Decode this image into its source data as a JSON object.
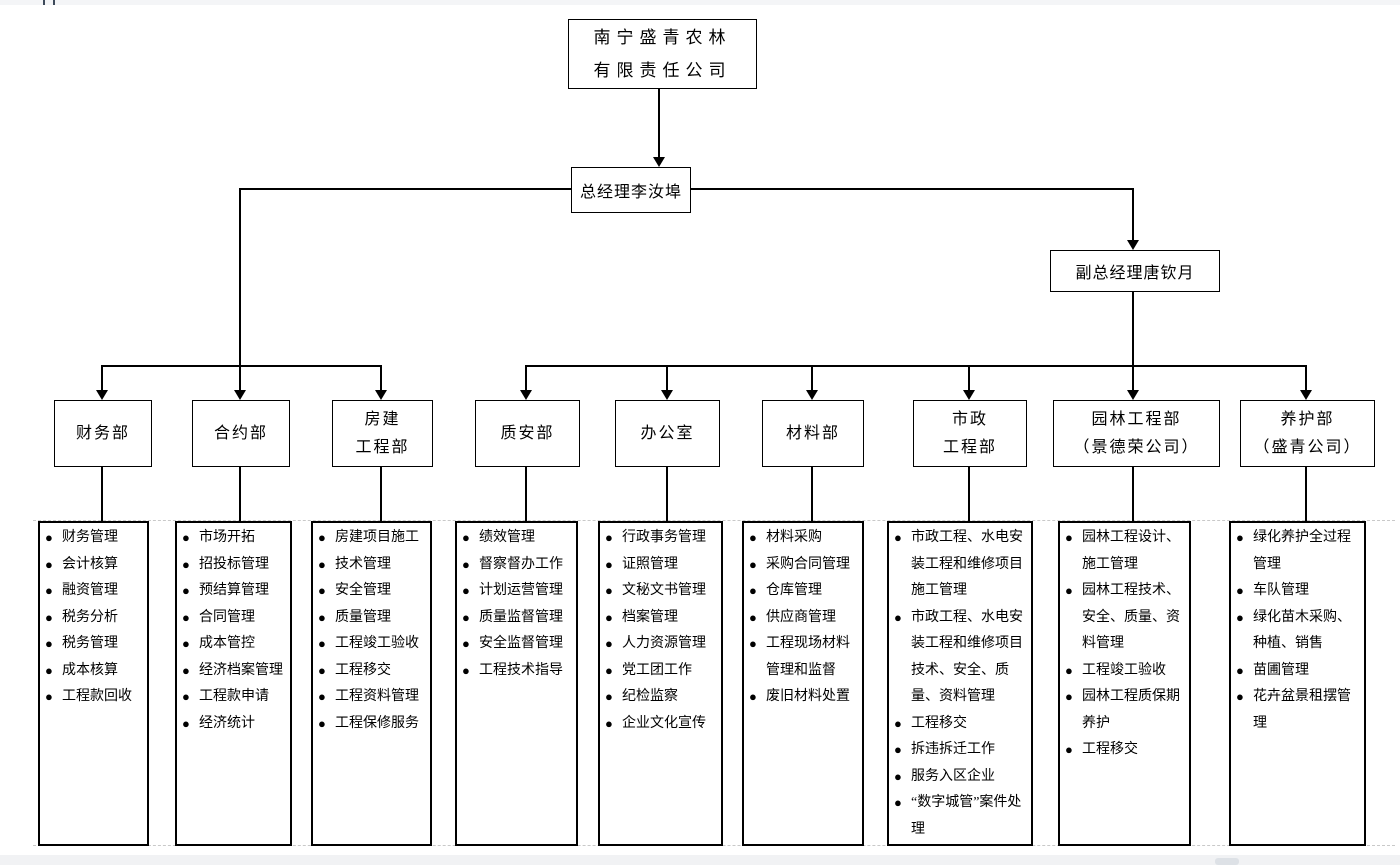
{
  "org_chart": {
    "bullet": "●",
    "company_name_lines": [
      "南宁盛青农林",
      "有限责任公司"
    ],
    "general_manager": "总经理李汝埠",
    "deputy_general_manager": "副总经理唐钦月",
    "departments": [
      {
        "name_lines": [
          "财务部"
        ],
        "duties": [
          "财务管理",
          "会计核算",
          "融资管理",
          "税务分析",
          "税务管理",
          "成本核算",
          "工程款回收"
        ]
      },
      {
        "name_lines": [
          "合约部"
        ],
        "duties": [
          "市场开拓",
          "招投标管理",
          "预结算管理",
          "合同管理",
          "成本管控",
          "经济档案管理",
          "工程款申请",
          "经济统计"
        ]
      },
      {
        "name_lines": [
          "房建",
          "工程部"
        ],
        "duties": [
          "房建项目施工",
          "技术管理",
          "安全管理",
          "质量管理",
          "工程竣工验收",
          "工程移交",
          "工程资料管理",
          "工程保修服务"
        ]
      },
      {
        "name_lines": [
          "质安部"
        ],
        "duties": [
          "绩效管理",
          "督察督办工作",
          "计划运营管理",
          "质量监督管理",
          "安全监督管理",
          "工程技术指导"
        ]
      },
      {
        "name_lines": [
          "办公室"
        ],
        "duties": [
          "行政事务管理",
          "证照管理",
          "文秘文书管理",
          "档案管理",
          "人力资源管理",
          "党工团工作",
          "纪检监察",
          "企业文化宣传"
        ]
      },
      {
        "name_lines": [
          "材料部"
        ],
        "duties": [
          "材料采购",
          "采购合同管理",
          "仓库管理",
          "供应商管理",
          "工程现场材料管理和监督",
          "废旧材料处置"
        ]
      },
      {
        "name_lines": [
          "市政",
          "工程部"
        ],
        "duties": [
          "市政工程、水电安装工程和维修项目施工管理",
          "市政工程、水电安装工程和维修项目技术、安全、质量、资料管理",
          "工程移交",
          "拆违拆迁工作",
          "服务入区企业",
          "“数字城管”案件处理"
        ]
      },
      {
        "name_lines": [
          "园林工程部",
          "（景德荣公司）"
        ],
        "duties": [
          "园林工程设计、施工管理",
          "园林工程技术、安全、质量、资料管理",
          "工程竣工验收",
          "园林工程质保期养护",
          "工程移交"
        ]
      },
      {
        "name_lines": [
          "养护部",
          "（盛青公司）"
        ],
        "duties": [
          "绿化养护全过程管理",
          "车队管理",
          "绿化苗木采购、种植、销售",
          "苗圃管理",
          "花卉盆景租摆管理"
        ]
      }
    ]
  }
}
